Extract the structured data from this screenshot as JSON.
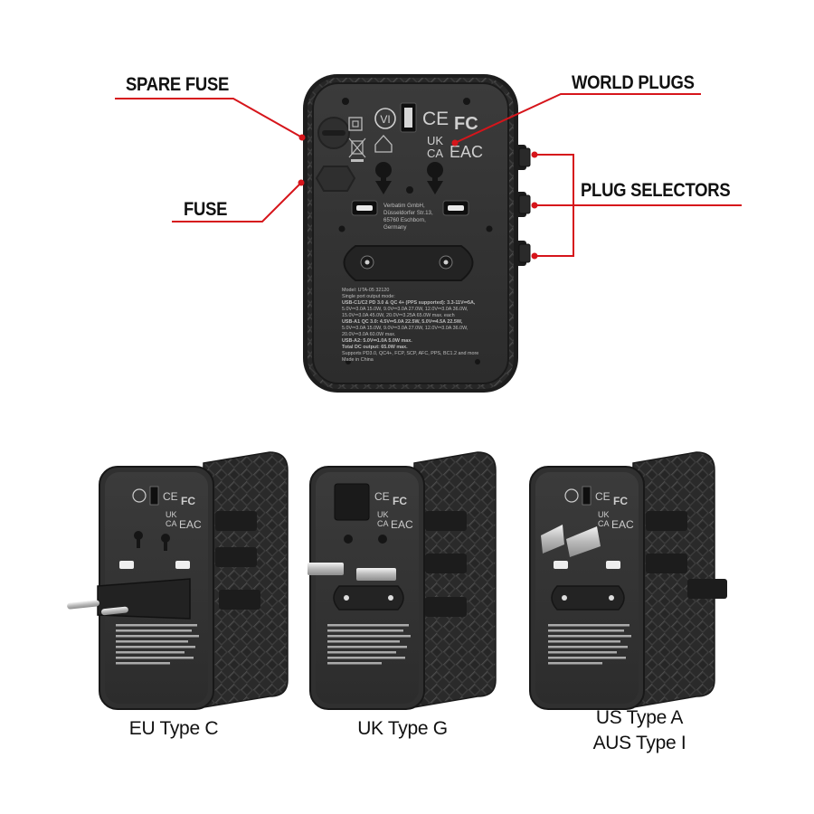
{
  "callouts": {
    "spare_fuse": "SPARE FUSE",
    "fuse": "FUSE",
    "world_plugs": "WORLD PLUGS",
    "plug_selectors": "PLUG SELECTORS"
  },
  "captions": {
    "eu": "EU Type C",
    "uk": "UK Type G",
    "us": "US Type A",
    "aus": "AUS Type I"
  },
  "device": {
    "brand_mark": "VI",
    "ce_mark": "CE",
    "fc_mark": "FC",
    "ukca_line1": "UK",
    "ukca_line2": "CA",
    "eac_mark": "EAC",
    "address": [
      "Verbatim GmbH,",
      "Düsseldorfer Str.13,",
      "65760 Eschborn,",
      "Germany"
    ],
    "spec_lines": [
      "Model: UTA-05 32120",
      "Single port output mode:",
      "USB-C1/C2 PD 3.0 & QC 4+ (PPS supported): 3.3-11V⎓5A,",
      "5.0V⎓3.0A 15.0W, 9.0V⎓3.0A 27.0W, 12.0V⎓3.0A 36.0W,",
      "15.0V⎓3.0A 45.0W, 20.0V⎓3.25A 65.0W max. each",
      "USB-A1 QC 3.0: 4.5V⎓5.0A 22.5W, 5.0V⎓4.5A 22.5W,",
      "5.0V⎓3.0A 15.0W, 9.0V⎓3.0A 27.0W, 12.0V⎓3.0A 36.0W,",
      "20.0V⎓3.0A 60.0W max.",
      "USB-A2: 5.0V⎓1.0A 5.0W max.",
      "Total DC output: 65.0W max.",
      "Supports PD3.0, QC4+, FCP, SCP, AFC, PPS, BC1.2 and more",
      "Made in China"
    ]
  },
  "colors": {
    "accent_red": "#d6151b",
    "body_dark": "#2b2b2b",
    "body_mid": "#3a3a3a",
    "label_text": "#111111"
  }
}
